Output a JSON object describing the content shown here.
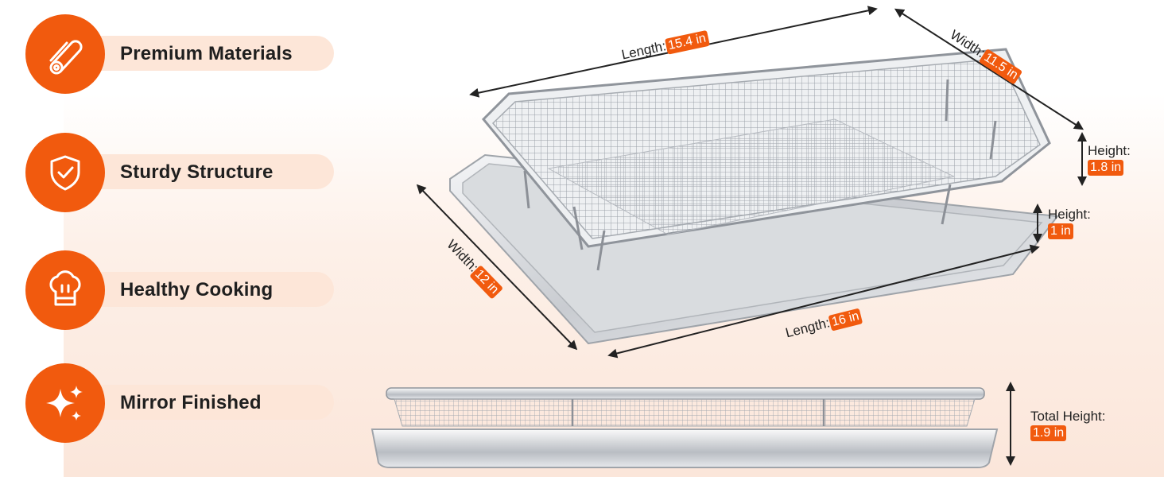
{
  "features": [
    {
      "label": "Premium Materials",
      "icon": "rolled-sheet-icon"
    },
    {
      "label": "Sturdy Structure",
      "icon": "shield-check-icon"
    },
    {
      "label": "Healthy Cooking",
      "icon": "chef-hat-icon"
    },
    {
      "label": "Mirror Finished",
      "icon": "sparkle-icon"
    }
  ],
  "dimensions": {
    "basket_length": {
      "label": "Length:",
      "value": "15.4 in"
    },
    "basket_width": {
      "label": "Width:",
      "value": "11.5 in"
    },
    "basket_height": {
      "label": "Height:",
      "value": "1.8 in"
    },
    "pan_height": {
      "label": "Height:",
      "value": "1 in"
    },
    "pan_width": {
      "label": "Width:",
      "value": "12 in"
    },
    "pan_length": {
      "label": "Length:",
      "value": "16 in"
    },
    "total_height": {
      "label": "Total Height:",
      "value": "1.9 in"
    }
  },
  "colors": {
    "accent": "#f15a0e",
    "pill": "#fde6d8"
  }
}
